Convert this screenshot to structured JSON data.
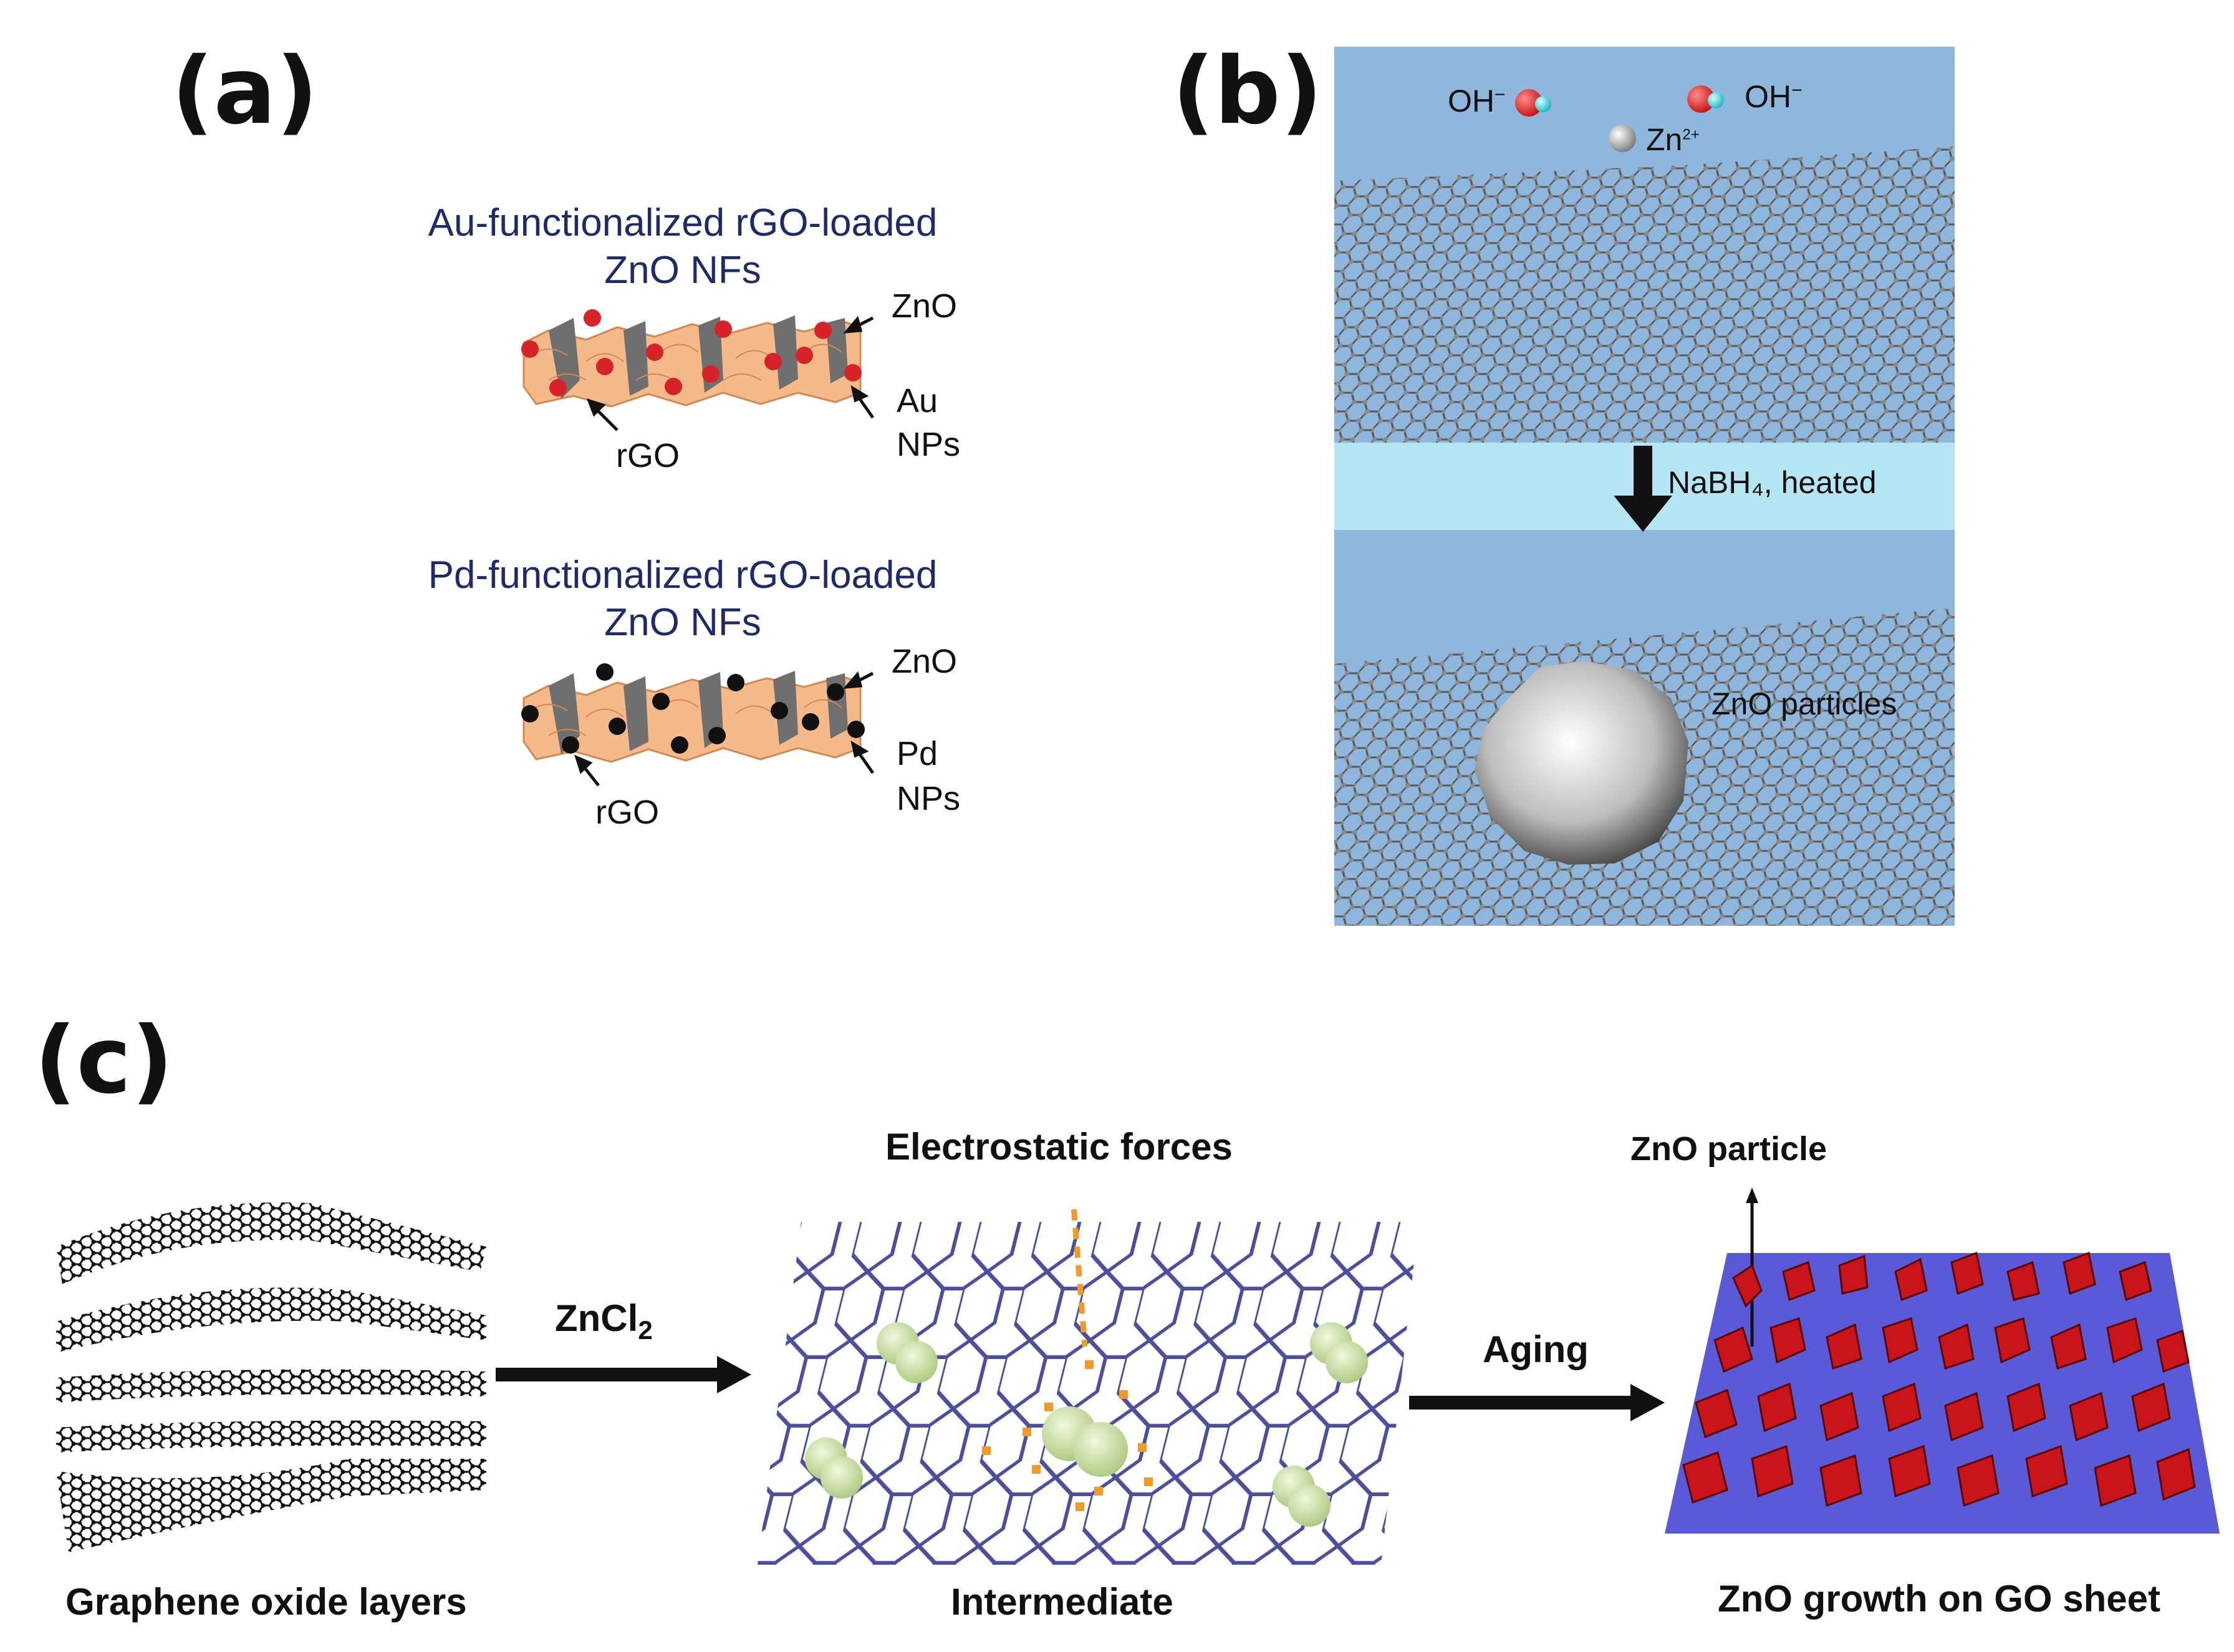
{
  "panels": {
    "a": {
      "label": "(a)",
      "au_title": "Au-functionalized rGO-loaded ZnO NFs",
      "au_labels": {
        "zno": "ZnO",
        "np_top": "Au",
        "np_bottom": "NPs",
        "rgo": "rGO"
      },
      "pd_title": "Pd-functionalized rGO-loaded ZnO NFs",
      "pd_labels": {
        "zno": "ZnO",
        "np_top": "Pd",
        "np_bottom": "NPs",
        "rgo": "rGO"
      },
      "colors": {
        "zno": "#f6b98a",
        "rgo": "#7a7a7a",
        "au": "#d8222a",
        "pd": "#111111"
      }
    },
    "b": {
      "label": "(b)",
      "ion_oh_left": "OH",
      "ion_oh_right": "OH",
      "ion_minus": "−",
      "ion_zn": "Zn",
      "ion_zn_charge": "2+",
      "reaction": "NaBH₄, heated",
      "product_label": "ZnO particles",
      "colors": {
        "sky": "#8db8de",
        "band": "#b7e6f5",
        "lattice": "#5e5e5e"
      }
    },
    "c": {
      "label": "(c)",
      "step1_caption": "Graphene oxide layers",
      "arrow1_label": "ZnCl",
      "arrow1_sub": "2",
      "step2_top": "Electrostatic forces",
      "step2_caption": "Intermediate",
      "arrow2_label": "Aging",
      "step3_top": "ZnO particle",
      "step3_caption": "ZnO growth on GO sheet",
      "colors": {
        "hex": "#4d4f9e",
        "sphere": "#cfe0a8",
        "dots": "#f19a2a",
        "sheet": "#5a5ad8",
        "crystals": "#c8141a"
      }
    }
  }
}
